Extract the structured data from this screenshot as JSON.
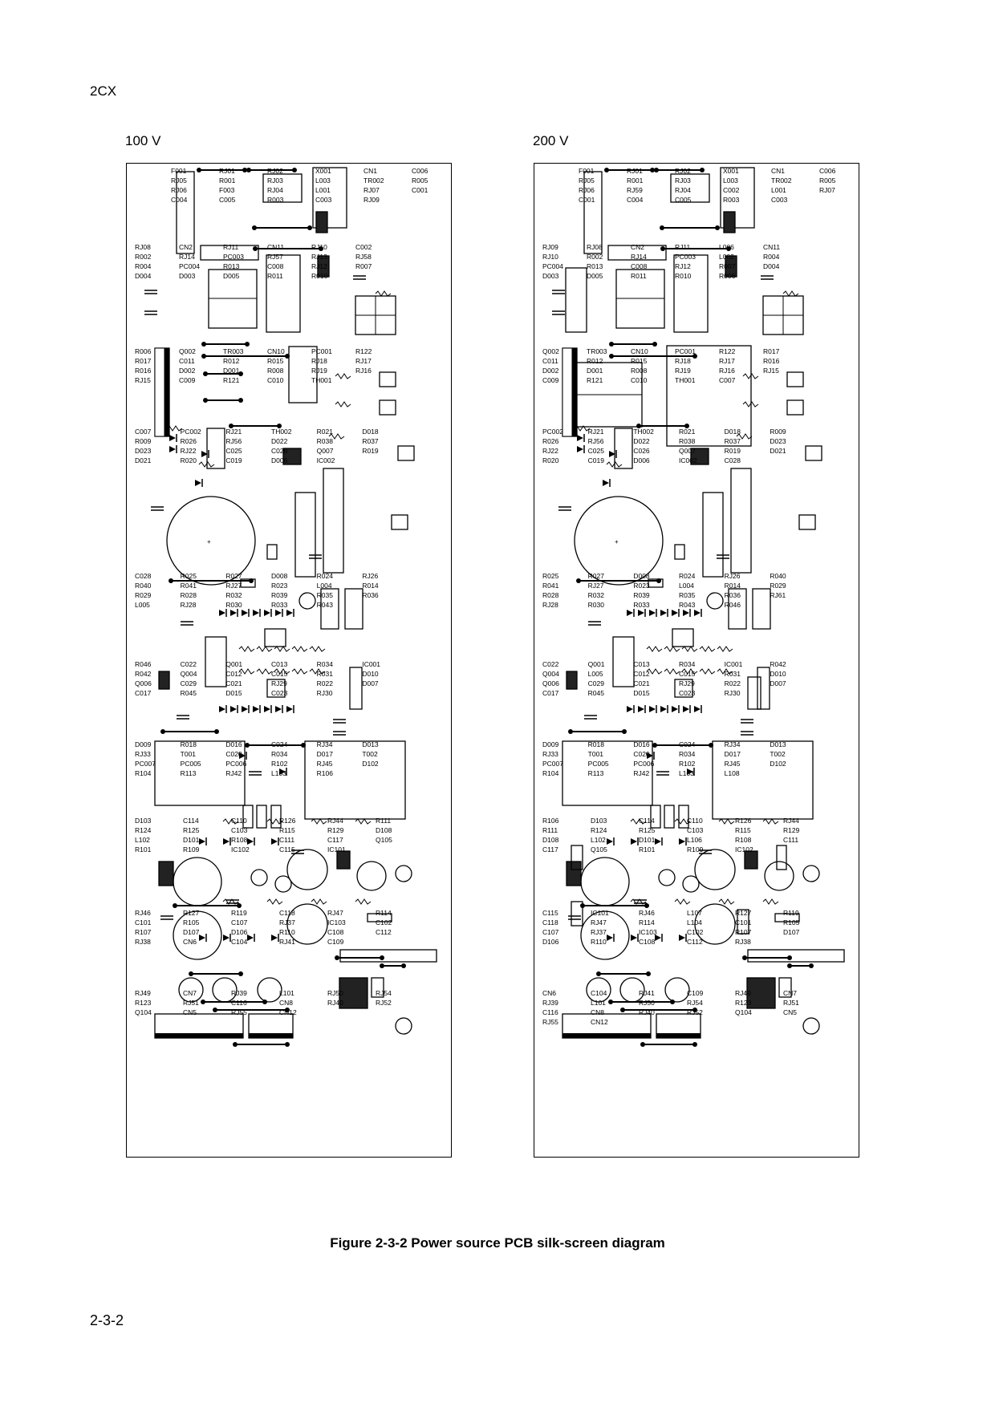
{
  "header": {
    "model": "2CX",
    "label_left": "100 V",
    "label_right": "200 V"
  },
  "caption": "Figure 2-3-2  Power source PCB silk-screen diagram",
  "page_number": "2-3-2",
  "panel_100v": {
    "labels": [
      "F001",
      "RJ01",
      "RJ02",
      "X001",
      "CN1",
      "C006",
      "RJ05",
      "R001",
      "RJ03",
      "L003",
      "TR002",
      "R005",
      "RJ06",
      "F003",
      "RJ04",
      "L001",
      "RJ07",
      "C001",
      "C004",
      "C005",
      "R003",
      "C003",
      "RJ09",
      "RJ08",
      "CN2",
      "RJ11",
      "CN11",
      "RJ10",
      "C002",
      "R002",
      "RJ14",
      "PC003",
      "RJ57",
      "RJ13",
      "RJ58",
      "R004",
      "PC004",
      "R013",
      "C008",
      "RJ12",
      "R007",
      "D004",
      "D003",
      "D005",
      "R011",
      "R010",
      "R006",
      "Q002",
      "TR003",
      "CN10",
      "PC001",
      "R122",
      "R017",
      "C011",
      "R012",
      "R015",
      "RJ18",
      "RJ17",
      "R016",
      "D002",
      "D001",
      "R008",
      "RJ19",
      "RJ16",
      "RJ15",
      "C009",
      "R121",
      "C010",
      "TH001",
      "C007",
      "PC002",
      "RJ21",
      "TH002",
      "R021",
      "D018",
      "R009",
      "R026",
      "RJ56",
      "D022",
      "R038",
      "R037",
      "D023",
      "RJ22",
      "C025",
      "C026",
      "Q007",
      "R019",
      "D021",
      "R020",
      "C019",
      "D006",
      "IC002",
      "C028",
      "R025",
      "R027",
      "D008",
      "R024",
      "RJ26",
      "R040",
      "R041",
      "RJ27",
      "R023",
      "L004",
      "R014",
      "R029",
      "R028",
      "R032",
      "R039",
      "R035",
      "R036",
      "L005",
      "RJ28",
      "R030",
      "R033",
      "R043",
      "R046",
      "C022",
      "Q001",
      "C013",
      "R034",
      "IC001",
      "R042",
      "Q004",
      "C012",
      "C015",
      "R031",
      "D010",
      "Q006",
      "C029",
      "C021",
      "RJ29",
      "R022",
      "D007",
      "C017",
      "R045",
      "D015",
      "C023",
      "RJ30",
      "D009",
      "R018",
      "D016",
      "C024",
      "RJ34",
      "D013",
      "RJ33",
      "T001",
      "C020",
      "R034",
      "D017",
      "T002",
      "PC007",
      "PC005",
      "PC006",
      "R102",
      "RJ45",
      "D102",
      "R104",
      "R113",
      "RJ42",
      "L103",
      "R106",
      "D103",
      "C114",
      "C110",
      "R126",
      "RJ44",
      "R111",
      "R124",
      "R125",
      "C103",
      "R115",
      "R129",
      "D108",
      "L102",
      "D101",
      "R108",
      "C111",
      "C117",
      "Q105",
      "R101",
      "R109",
      "IC102",
      "C115",
      "IC101",
      "RJ46",
      "R127",
      "R119",
      "C118",
      "RJ47",
      "R114",
      "C101",
      "R105",
      "C107",
      "RJ37",
      "IC103",
      "C102",
      "R107",
      "D107",
      "D106",
      "R110",
      "C108",
      "C112",
      "RJ38",
      "CN6",
      "C104",
      "RJ41",
      "C109",
      "RJ49",
      "CN7",
      "RJ39",
      "L101",
      "RJ50",
      "RJ54",
      "R123",
      "RJ51",
      "C116",
      "CN8",
      "RJ40",
      "RJ52",
      "Q104",
      "CN5",
      "RJ55",
      "CN12"
    ]
  },
  "panel_200v": {
    "labels": [
      "F001",
      "RJ01",
      "RJ02",
      "X001",
      "CN1",
      "C006",
      "RJ05",
      "R001",
      "RJ03",
      "L003",
      "TR002",
      "R005",
      "RJ06",
      "RJ59",
      "RJ04",
      "C002",
      "L001",
      "RJ07",
      "C001",
      "C004",
      "C005",
      "R003",
      "C003",
      "RJ09",
      "RJ08",
      "CN2",
      "RJ11",
      "L006",
      "CN11",
      "RJ10",
      "R002",
      "RJ14",
      "PC003",
      "L002",
      "R004",
      "PC004",
      "R013",
      "C008",
      "RJ12",
      "R007",
      "D004",
      "D003",
      "D005",
      "R011",
      "R010",
      "R006",
      "Q002",
      "TR003",
      "CN10",
      "PC001",
      "R122",
      "R017",
      "C011",
      "R012",
      "R015",
      "RJ18",
      "RJ17",
      "R016",
      "D002",
      "D001",
      "R008",
      "RJ19",
      "RJ16",
      "RJ15",
      "C009",
      "R121",
      "C010",
      "TH001",
      "C007",
      "PC002",
      "RJ21",
      "TH002",
      "R021",
      "D018",
      "R009",
      "R026",
      "RJ56",
      "D022",
      "R038",
      "R037",
      "D023",
      "RJ22",
      "C025",
      "C026",
      "Q007",
      "R019",
      "D021",
      "R020",
      "C019",
      "D006",
      "IC002",
      "C028",
      "R025",
      "R027",
      "D008",
      "R024",
      "RJ26",
      "R040",
      "R041",
      "RJ27",
      "R023",
      "L004",
      "R014",
      "R029",
      "R028",
      "R032",
      "R039",
      "R035",
      "R036",
      "RJ61",
      "RJ28",
      "R030",
      "R033",
      "R043",
      "R046",
      "C022",
      "Q001",
      "C013",
      "R034",
      "IC001",
      "R042",
      "Q004",
      "L005",
      "C012",
      "C015",
      "R031",
      "D010",
      "Q006",
      "C029",
      "C021",
      "RJ29",
      "R022",
      "D007",
      "C017",
      "R045",
      "D015",
      "C023",
      "RJ30",
      "D009",
      "R018",
      "D016",
      "C024",
      "RJ34",
      "D013",
      "RJ33",
      "T001",
      "C020",
      "R034",
      "D017",
      "T002",
      "PC007",
      "PC005",
      "PC006",
      "R102",
      "RJ45",
      "D102",
      "R104",
      "R113",
      "RJ42",
      "L103",
      "L108",
      "R106",
      "D103",
      "C114",
      "C110",
      "R126",
      "RJ44",
      "R111",
      "R124",
      "R125",
      "C103",
      "R115",
      "R129",
      "D108",
      "L102",
      "D101",
      "L106",
      "R108",
      "C111",
      "C117",
      "Q105",
      "R101",
      "R109",
      "IC102",
      "C115",
      "IC101",
      "RJ46",
      "L107",
      "R127",
      "R119",
      "C118",
      "RJ47",
      "R114",
      "L104",
      "C101",
      "R105",
      "C107",
      "RJ37",
      "IC103",
      "C102",
      "R107",
      "D107",
      "D106",
      "R110",
      "C108",
      "C112",
      "RJ38",
      "CN6",
      "C104",
      "RJ41",
      "C109",
      "RJ49",
      "CN7",
      "RJ39",
      "L101",
      "RJ50",
      "RJ54",
      "R123",
      "RJ51",
      "C116",
      "CN8",
      "RJ40",
      "RJ52",
      "Q104",
      "CN5",
      "RJ55",
      "CN12"
    ]
  }
}
